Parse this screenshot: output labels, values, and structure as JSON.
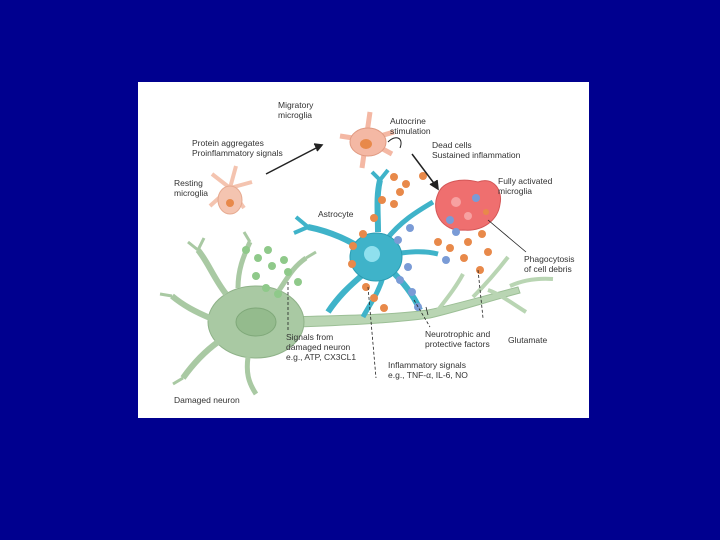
{
  "colors": {
    "slide_background": "#00008f",
    "figure_background": "#ffffff",
    "microglia_resting": "#f4c4b0",
    "microglia_activated": "#ef6f6f",
    "astrocyte": "#3fb3c9",
    "neuron": "#a9c9a3",
    "signal_orange": "#e8894a",
    "signal_green": "#8fc98a",
    "signal_blue": "#7a9bd6"
  },
  "labels": {
    "migratory": [
      "Migratory",
      "microglia"
    ],
    "autocrine": [
      "Autocrine",
      "stimulation"
    ],
    "protein": [
      "Protein aggregates",
      "Proinflammatory signals"
    ],
    "dead": [
      "Dead cells",
      "Sustained inflammation"
    ],
    "resting": [
      "Resting",
      "microglia"
    ],
    "fully": [
      "Fully activated",
      "microglia"
    ],
    "astrocyte": [
      "Astrocyte"
    ],
    "phagocytosis": [
      "Phagocytosis",
      "of cell debris"
    ],
    "neurotrophic": [
      "Neurotrophic and",
      "protective factors"
    ],
    "glutamate": [
      "Glutamate"
    ],
    "signals": [
      "Signals from",
      "damaged neuron",
      "e.g., ATP, CX3CL1"
    ],
    "inflammatory": [
      "Inflammatory signals",
      "e.g., TNF-α, IL-6, NO"
    ],
    "damaged": [
      "Damaged neuron"
    ]
  }
}
